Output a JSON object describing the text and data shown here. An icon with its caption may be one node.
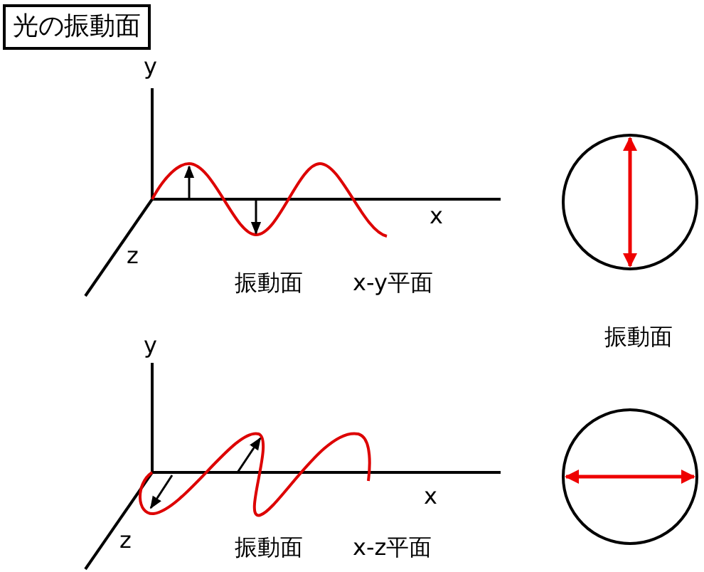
{
  "diagram": {
    "title": "光の振動面",
    "labels": [
      "y",
      "x",
      "z",
      "振動面",
      "x-y平面",
      "振動面",
      "y",
      "x",
      "z",
      "振動面",
      "x-z平面"
    ]
  }
}
